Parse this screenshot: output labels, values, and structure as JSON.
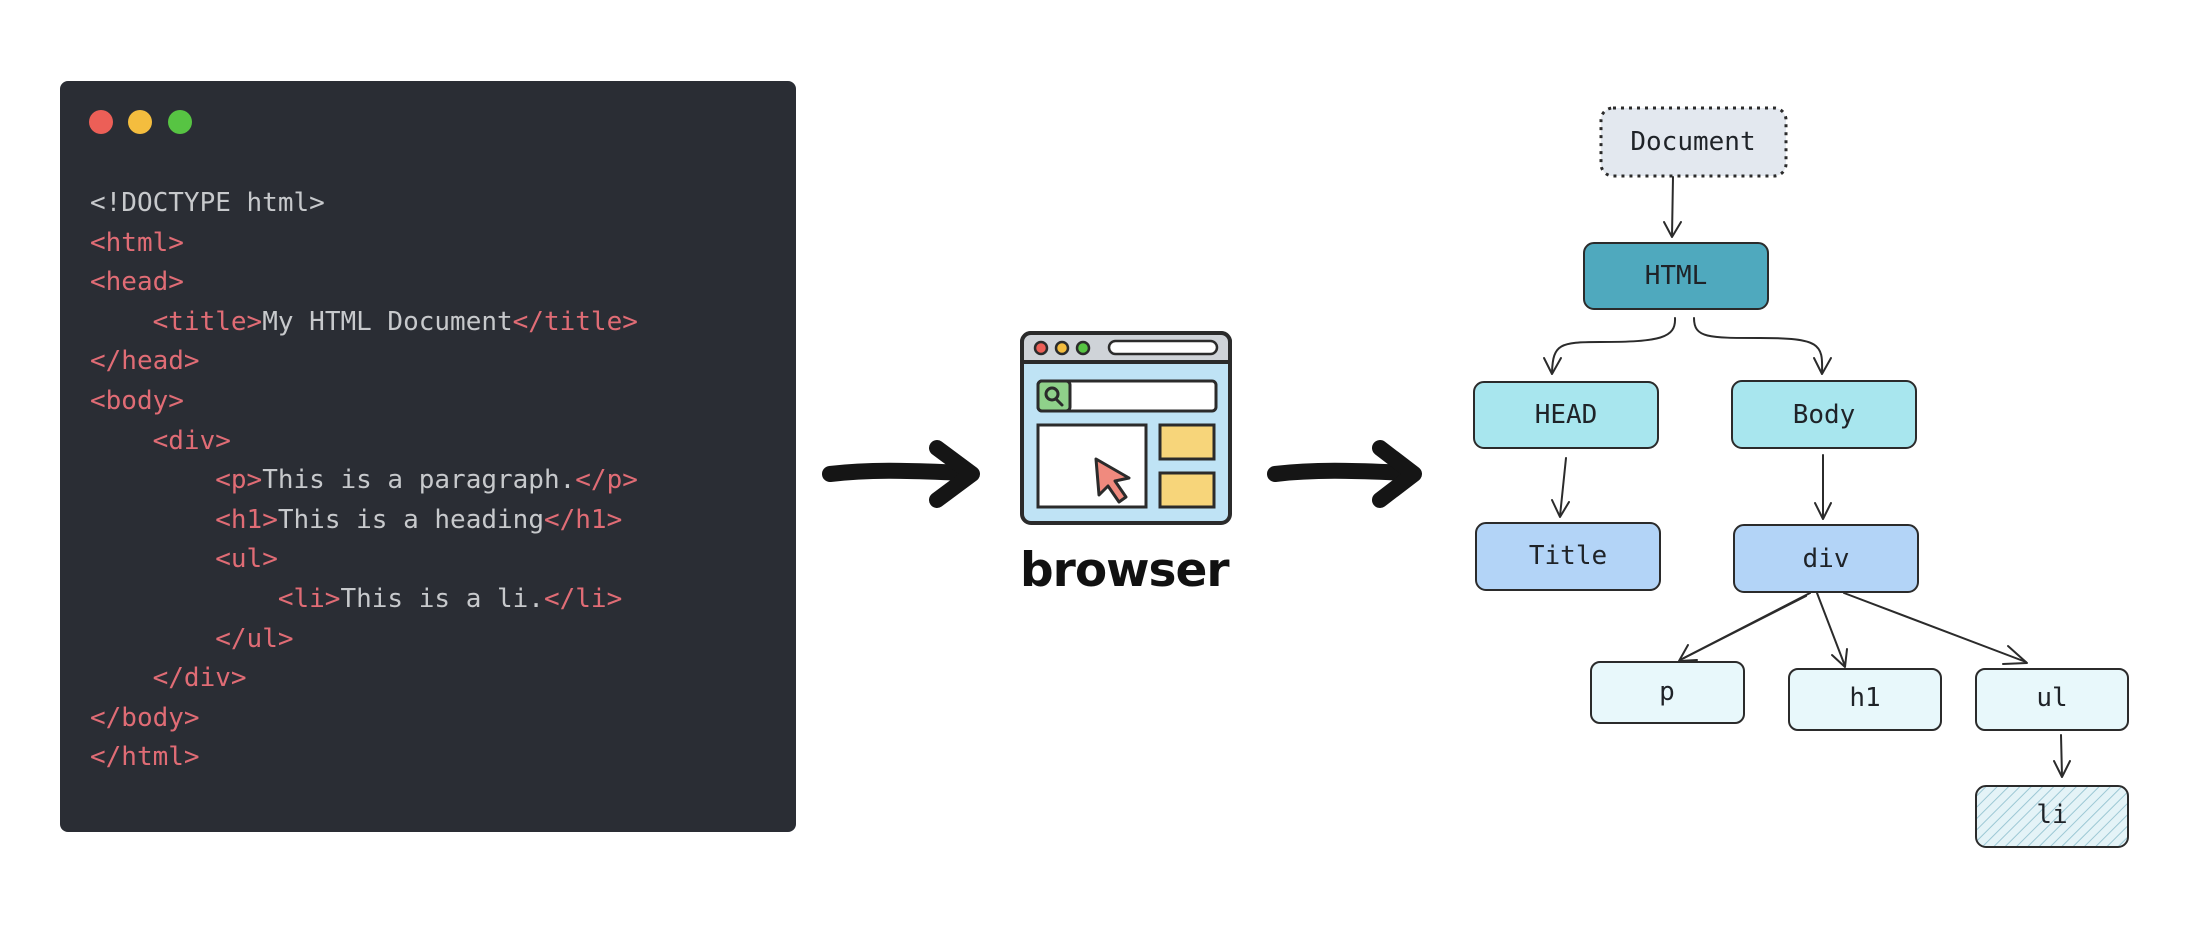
{
  "code_window": {
    "traffic_lights": [
      {
        "name": "close",
        "color": "#ec5f57"
      },
      {
        "name": "minimize",
        "color": "#f4bd3e"
      },
      {
        "name": "maximize",
        "color": "#57c443"
      }
    ],
    "lines": [
      {
        "indent": 0,
        "segments": [
          {
            "kind": "doctype",
            "text": "<!DOCTYPE html>"
          }
        ]
      },
      {
        "indent": 0,
        "segments": [
          {
            "kind": "tag",
            "text": "<html>"
          }
        ]
      },
      {
        "indent": 0,
        "segments": [
          {
            "kind": "tag",
            "text": "<head>"
          }
        ]
      },
      {
        "indent": 1,
        "segments": [
          {
            "kind": "tag",
            "text": "<title>"
          },
          {
            "kind": "text",
            "text": "My HTML Document"
          },
          {
            "kind": "tag",
            "text": "</title>"
          }
        ]
      },
      {
        "indent": 0,
        "segments": [
          {
            "kind": "tag",
            "text": "</head>"
          }
        ]
      },
      {
        "indent": 0,
        "segments": [
          {
            "kind": "tag",
            "text": "<body>"
          }
        ]
      },
      {
        "indent": 1,
        "segments": [
          {
            "kind": "tag",
            "text": "<div>"
          }
        ]
      },
      {
        "indent": 2,
        "segments": [
          {
            "kind": "tag",
            "text": "<p>"
          },
          {
            "kind": "text",
            "text": "This is a paragraph."
          },
          {
            "kind": "tag",
            "text": "</p>"
          }
        ]
      },
      {
        "indent": 2,
        "segments": [
          {
            "kind": "tag",
            "text": "<h1>"
          },
          {
            "kind": "text",
            "text": "This is a heading"
          },
          {
            "kind": "tag",
            "text": "</h1>"
          }
        ]
      },
      {
        "indent": 2,
        "segments": [
          {
            "kind": "tag",
            "text": "<ul>"
          }
        ]
      },
      {
        "indent": 3,
        "segments": [
          {
            "kind": "tag",
            "text": "<li>"
          },
          {
            "kind": "text",
            "text": "This is a li."
          },
          {
            "kind": "tag",
            "text": "</li>"
          }
        ]
      },
      {
        "indent": 2,
        "segments": [
          {
            "kind": "tag",
            "text": "</ul>"
          }
        ]
      },
      {
        "indent": 1,
        "segments": [
          {
            "kind": "tag",
            "text": "</div>"
          }
        ]
      },
      {
        "indent": 0,
        "segments": [
          {
            "kind": "tag",
            "text": "</body>"
          }
        ]
      },
      {
        "indent": 0,
        "segments": [
          {
            "kind": "tag",
            "text": "</html>"
          }
        ]
      }
    ]
  },
  "browser": {
    "label": "browser",
    "icon": "browser-window-icon",
    "colors": {
      "chrome": "#cfd3d8",
      "viewport": "#bfe3f5",
      "panel": "#f7d57a",
      "cursor": "#f08a7e",
      "search": "#8fd18a"
    }
  },
  "dom_tree": {
    "nodes": {
      "document": {
        "label": "Document",
        "style": "dashed",
        "color": "#e3e8ef"
      },
      "html": {
        "label": "HTML",
        "color": "#4fa9be"
      },
      "head": {
        "label": "HEAD",
        "color": "#a8e6ee"
      },
      "body": {
        "label": "Body",
        "color": "#a8e6ee"
      },
      "title": {
        "label": "Title",
        "color": "#b3d4f7"
      },
      "div": {
        "label": "div",
        "color": "#b3d4f7"
      },
      "p": {
        "label": "p",
        "color": "#e8f8fb"
      },
      "h1": {
        "label": "h1",
        "color": "#e8f8fb"
      },
      "ul": {
        "label": "ul",
        "color": "#e8f8fb"
      },
      "li": {
        "label": "li",
        "style": "hatched",
        "color": "#d9edf2"
      }
    },
    "edges": [
      [
        "document",
        "html"
      ],
      [
        "html",
        "head"
      ],
      [
        "html",
        "body"
      ],
      [
        "head",
        "title"
      ],
      [
        "body",
        "div"
      ],
      [
        "div",
        "p"
      ],
      [
        "div",
        "h1"
      ],
      [
        "div",
        "ul"
      ],
      [
        "ul",
        "li"
      ]
    ]
  }
}
